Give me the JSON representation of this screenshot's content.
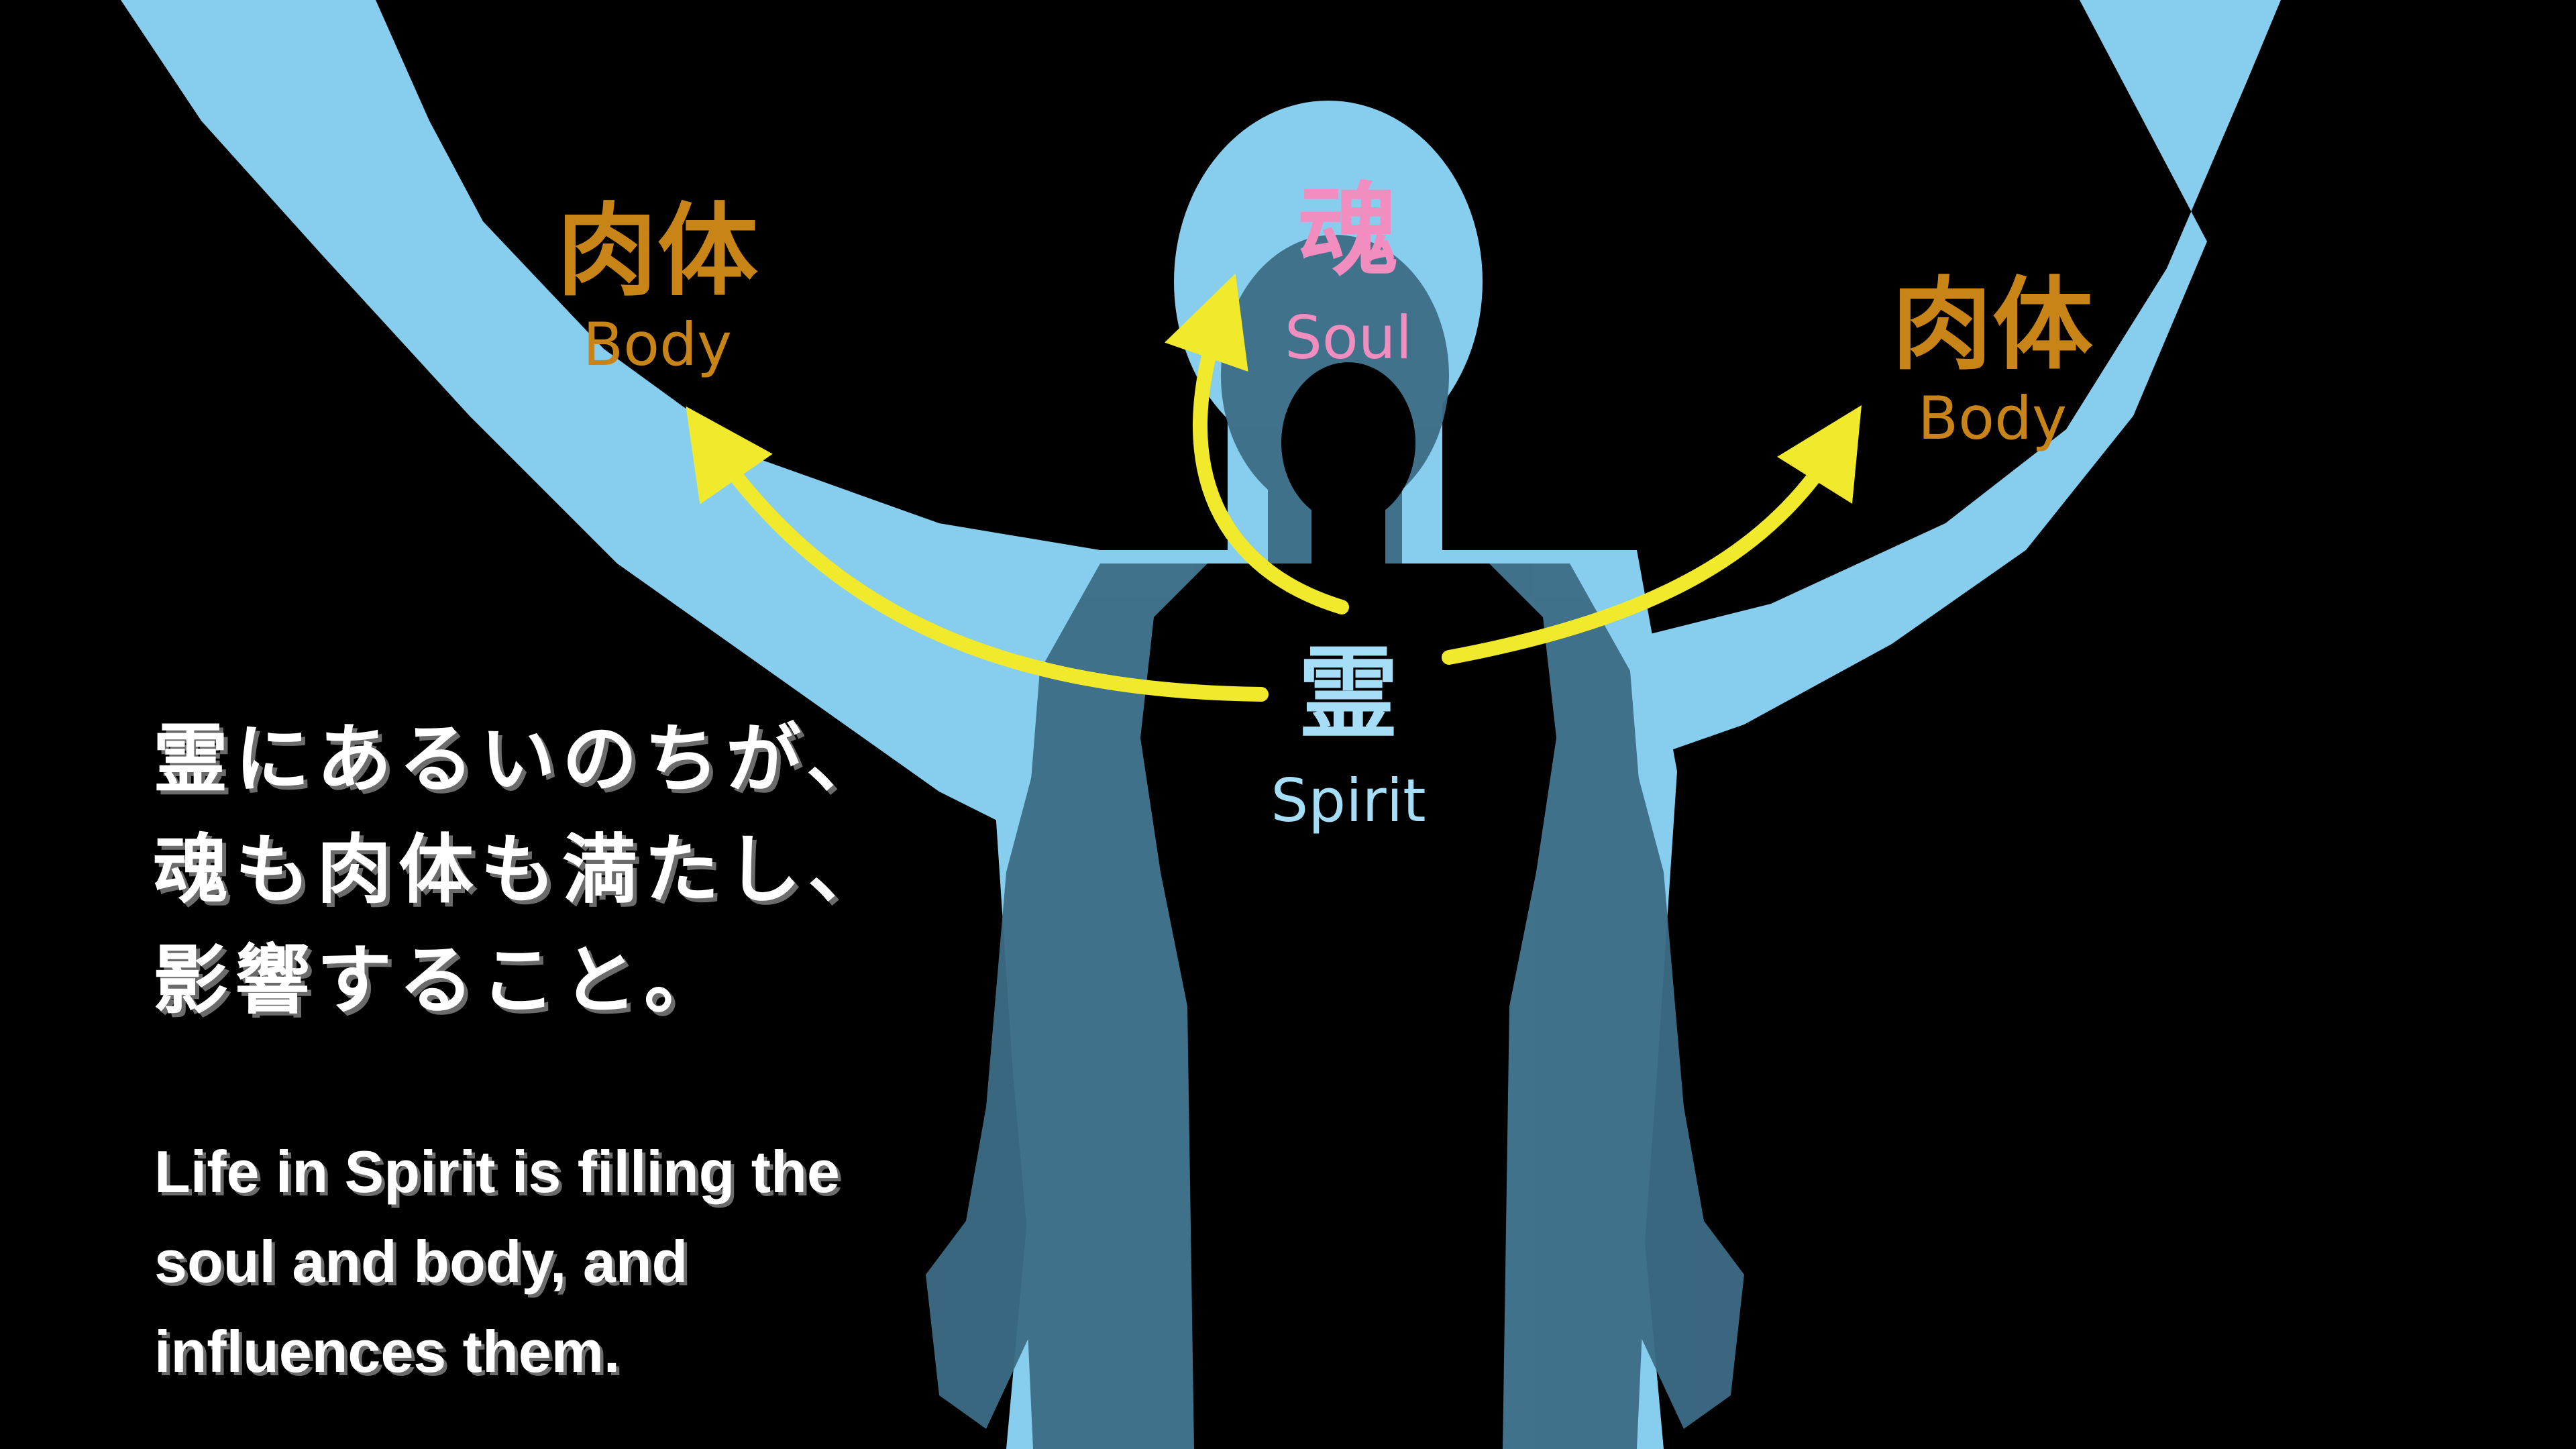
{
  "colors": {
    "background": "#000000",
    "outer_aura": "#86cdee",
    "middle_figure": "#3d6d86",
    "inner_figure": "#000000",
    "arrow": "#f1e92c",
    "body_label": "#c98418",
    "soul_label": "#f28dc0",
    "spirit_label": "#a6def7",
    "caption": "#ffffff"
  },
  "labels": {
    "body_left": {
      "kanji": "肉体",
      "english": "Body"
    },
    "body_right": {
      "kanji": "肉体",
      "english": "Body"
    },
    "soul": {
      "kanji": "魂",
      "english": "Soul"
    },
    "spirit": {
      "kanji": "霊",
      "english": "Spirit"
    }
  },
  "caption": {
    "japanese": [
      "霊にあるいのちが、",
      "魂も肉体も満たし、",
      "影響すること。"
    ],
    "english": [
      "Life in Spirit is filling the",
      "soul and body, and",
      "influences them."
    ]
  },
  "arrows": [
    "spirit-to-body-left",
    "spirit-to-soul",
    "spirit-to-body-right"
  ]
}
